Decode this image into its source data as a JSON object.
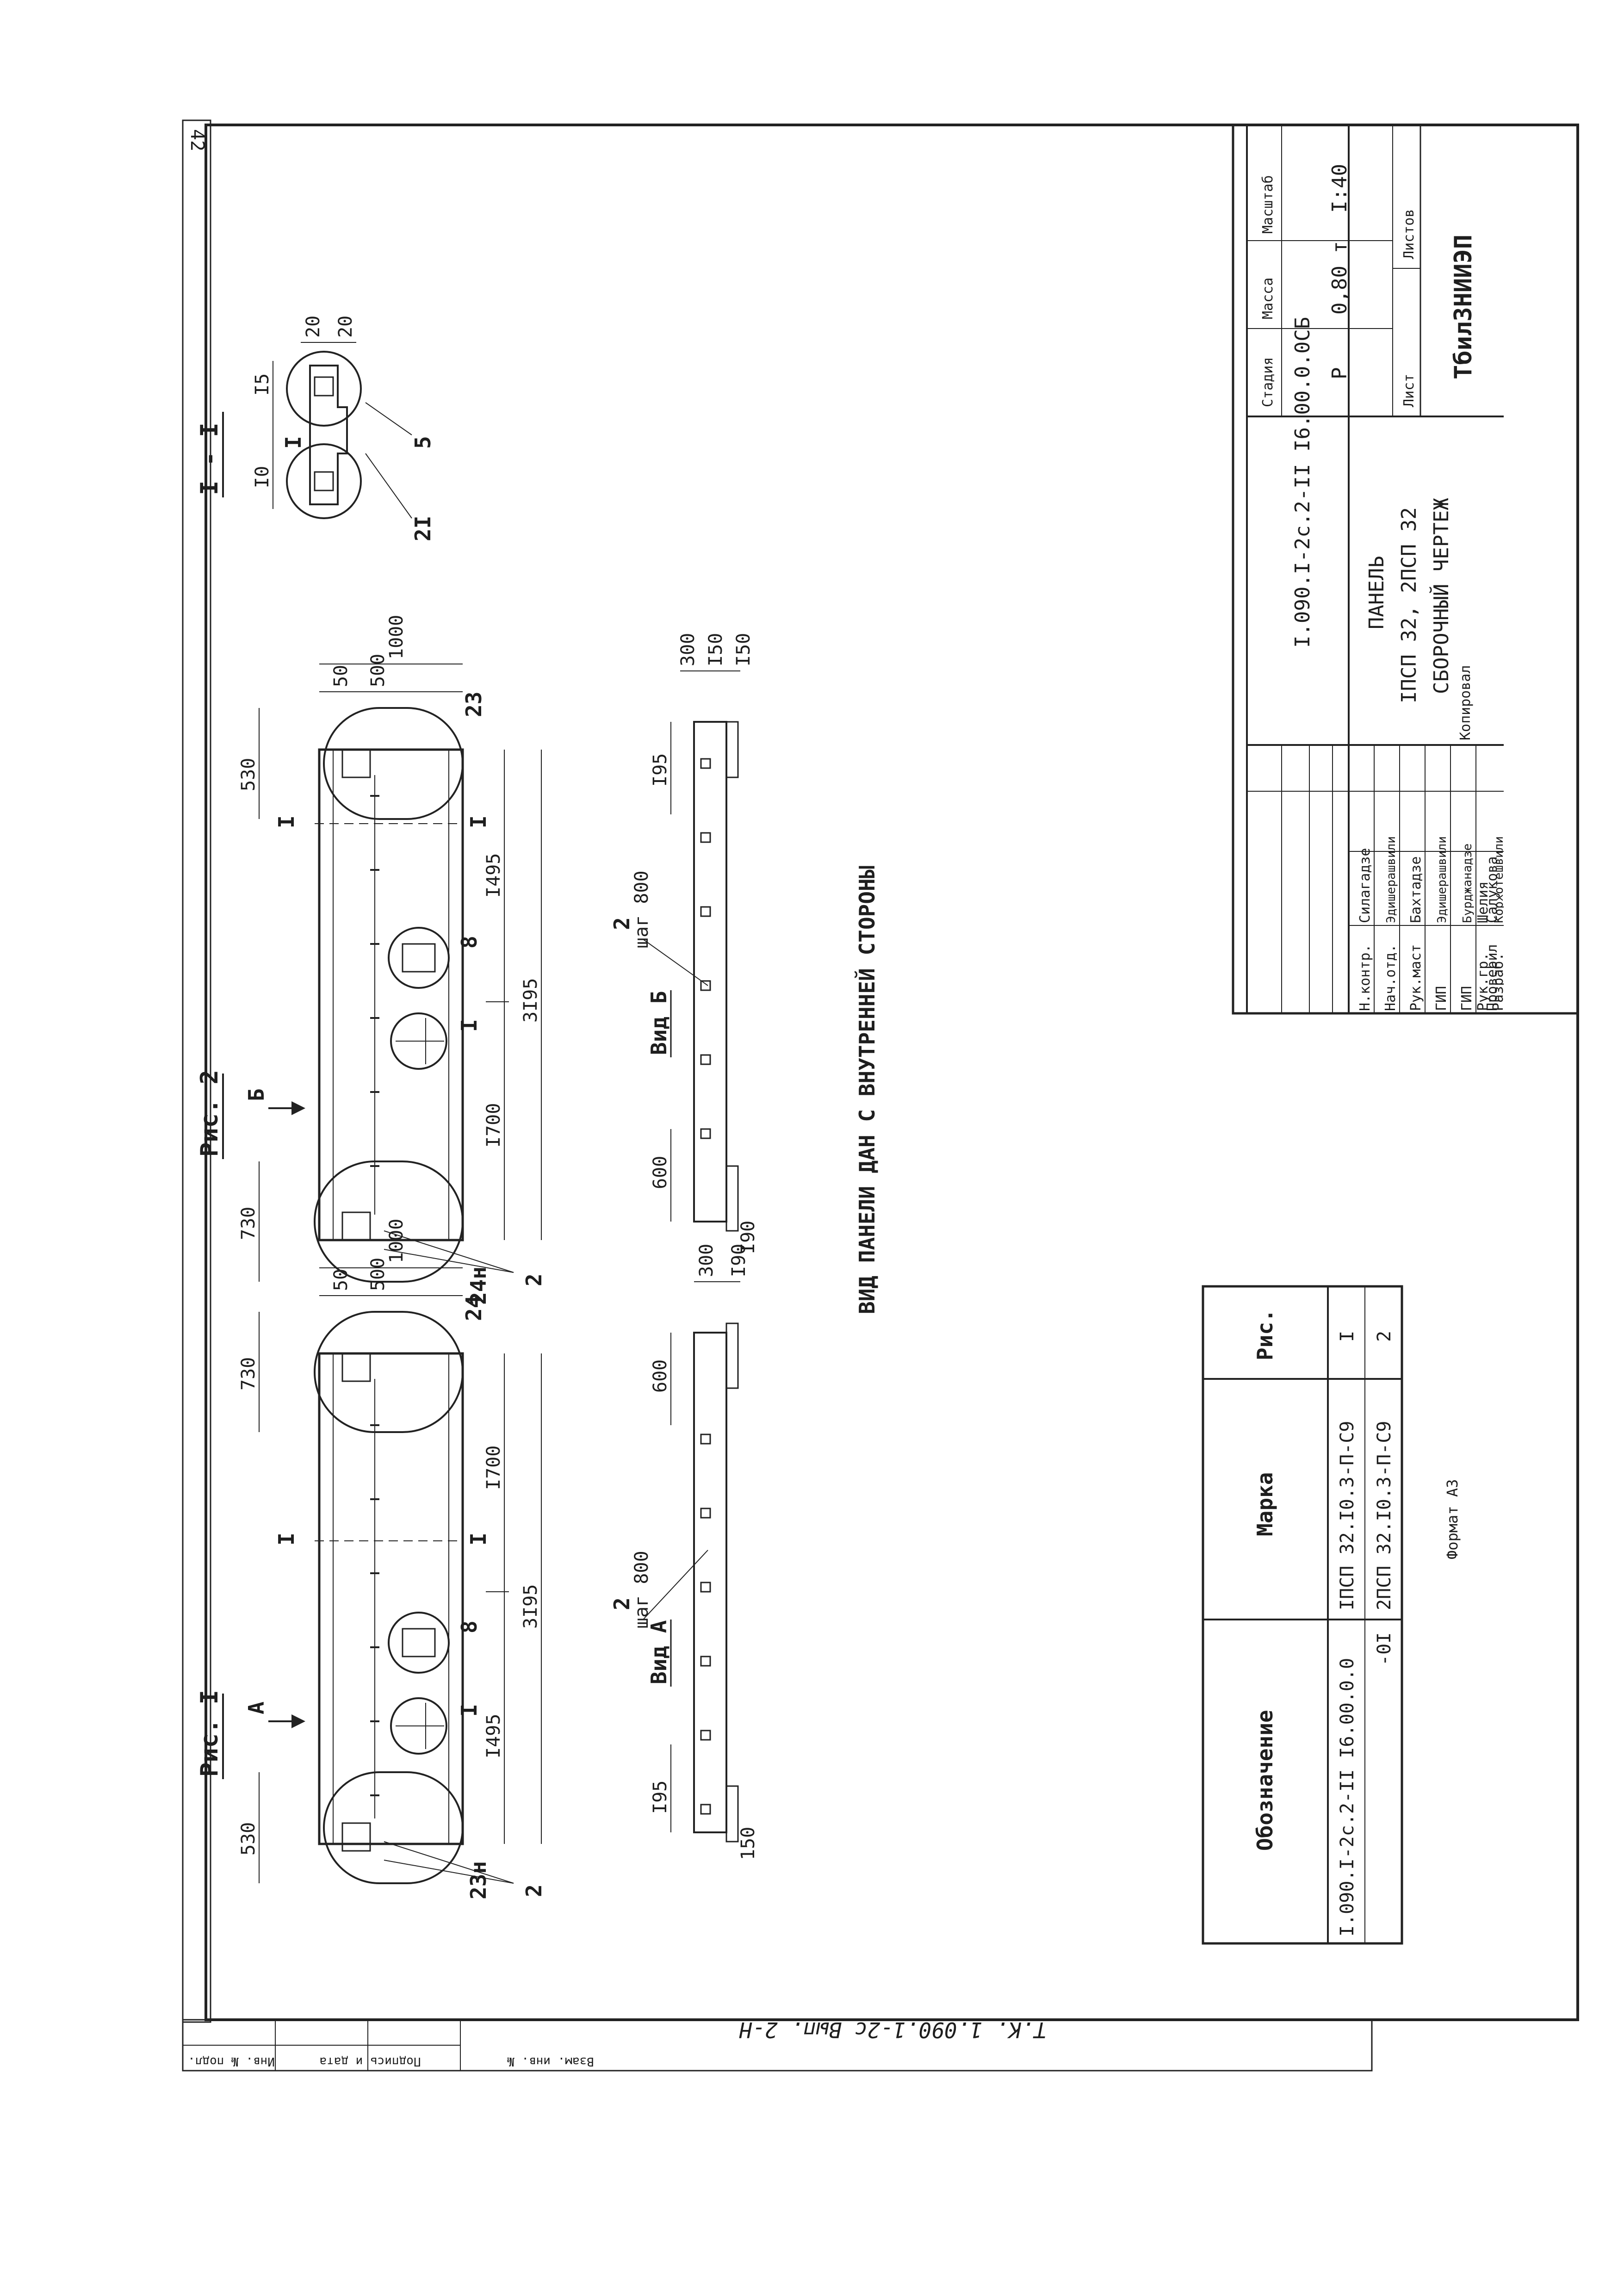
{
  "sheet": {
    "page_number": "42",
    "format_label": "Формат А3",
    "copied_label": "Копировал",
    "series_note": "Т.К. 1.090.1-2с  Вып. 2-Н",
    "main_note": "ВИД ПАНЕЛИ ДАН С ВНУТРЕННЕЙ СТОРОНЫ"
  },
  "figures": {
    "fig1": {
      "title": "Рис. I",
      "view_arrow": "А",
      "section_mark": "I",
      "view_label": "Вид А",
      "callouts": [
        "2",
        "8",
        "I",
        "23н",
        "24"
      ],
      "dims": {
        "overall": "3I95",
        "left": "I495",
        "right": "I700",
        "top_left": "530",
        "top_right": "730",
        "height": "1000",
        "h500": "500",
        "h50": "50",
        "view_left": "I95",
        "view_right": "600",
        "view_h1": "150",
        "view_h2": "300",
        "view_h3": "I90",
        "step": "шаг 800",
        "step_num": "2"
      }
    },
    "fig2": {
      "title": "Рис. 2",
      "view_arrow": "Б",
      "section_mark": "I",
      "view_label": "Вид Б",
      "callouts": [
        "2",
        "8",
        "I",
        "24н",
        "23"
      ],
      "dims": {
        "overall": "3I95",
        "left": "I700",
        "right": "I495",
        "top_left": "730",
        "top_right": "530",
        "height": "1000",
        "h500": "500",
        "h50": "50",
        "view_left": "600",
        "view_right": "I95",
        "view_h1": "I90",
        "view_h2": "300",
        "view_h3": "I50",
        "view_h4": "I50",
        "step": "шаг 800",
        "step_num": "2"
      }
    },
    "section": {
      "title": "I - I",
      "callouts": [
        "2I",
        "5",
        "I"
      ],
      "dims": [
        "I0",
        "I5",
        "20",
        "20"
      ]
    }
  },
  "spec_table": {
    "headers": [
      "Обозначение",
      "Марка",
      "Рис."
    ],
    "rows": [
      [
        "I.090.I-2с.2-II I6.00.0.0",
        "IПСП 32.I0.3-П-С9",
        "I"
      ],
      [
        "-0I",
        "2ПСП 32.I0.3-П-С9",
        "2"
      ]
    ]
  },
  "title_block": {
    "designation": "I.090.I-2с.2-II I6.00.0.0СБ",
    "name_lines": [
      "ПАНЕЛЬ",
      "IПСП 32,  2ПСП 32",
      "СБОРОЧНЫЙ ЧЕРТЕЖ"
    ],
    "stage_header": "Стадия",
    "mass_header": "Масса",
    "scale_header": "Масштаб",
    "stage": "Р",
    "mass": "0,80 т",
    "scale": "I:40",
    "sheet_label": "Лист",
    "sheets_label": "Листов",
    "organization": "ТбилЗНИИЭП",
    "roles": [
      {
        "role": "Н.контр.",
        "name": "Силагадзе"
      },
      {
        "role": "Нач.отд.",
        "name": "Эдишерашвили"
      },
      {
        "role": "Рук.маст",
        "name": "Бахтадзе"
      },
      {
        "role": "ГИП",
        "name": "Эдишерашвили"
      },
      {
        "role": "ГИП",
        "name": "Бурджанадзе"
      },
      {
        "role": "Рук.гр.",
        "name": "Шелия"
      },
      {
        "role": "Проверил",
        "name": "Салукова"
      },
      {
        "role": "Разраб.",
        "name": "Корхотешвили"
      }
    ]
  },
  "side_stamp": {
    "labels": [
      "Инв. № подл.",
      "Подпись и дата",
      "Взам. инв. №"
    ]
  }
}
